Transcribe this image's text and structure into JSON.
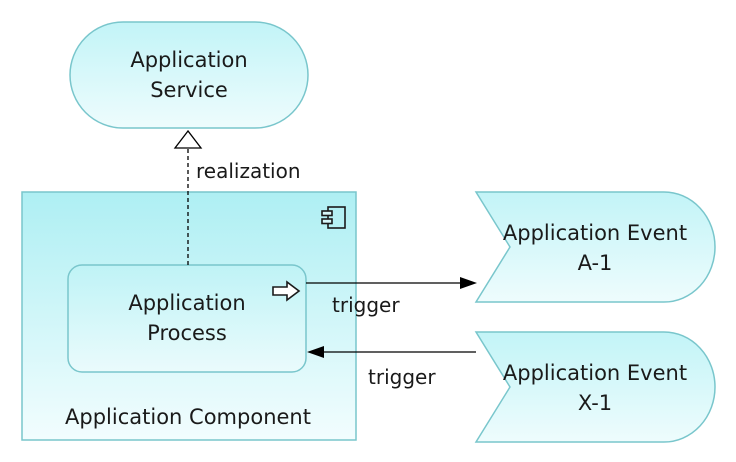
{
  "diagram": {
    "nodes": {
      "application_service": {
        "label_lines": [
          "Application",
          "Service"
        ]
      },
      "application_component": {
        "label": "Application Component"
      },
      "application_process": {
        "label_lines": [
          "Application",
          "Process"
        ]
      },
      "event_a1": {
        "label_lines": [
          "Application Event",
          "A-1"
        ]
      },
      "event_x1": {
        "label_lines": [
          "Application Event",
          "X-1"
        ]
      }
    },
    "edges": {
      "realization": {
        "label": "realization"
      },
      "trigger_out": {
        "label": "trigger"
      },
      "trigger_in": {
        "label": "trigger"
      }
    },
    "icons": {
      "component": "component-icon",
      "process": "process-arrow-icon"
    },
    "colors": {
      "fill_top": "#c2f4f7",
      "fill_bottom": "#eefcfd",
      "component_fill_top": "#aeeff3",
      "component_fill_bottom": "#f2fdfe",
      "stroke": "#79c6cc",
      "line": "#000000"
    }
  }
}
